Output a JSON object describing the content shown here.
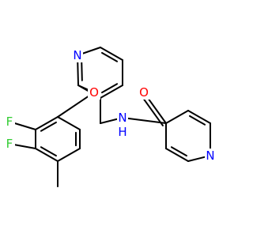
{
  "molecule": {
    "atoms": {
      "n_pyridine_top": {
        "label": "N",
        "color": "#0000ff"
      },
      "o_ether": {
        "label": "O",
        "color": "#ff0000"
      },
      "o_carbonyl": {
        "label": "O",
        "color": "#ff0000"
      },
      "nh_amide": {
        "label": "N",
        "color": "#0000ff"
      },
      "h_amide": {
        "label": "H",
        "color": "#0000ff"
      },
      "n_pyridine_right": {
        "label": "N",
        "color": "#0000ff"
      },
      "f_upper": {
        "label": "F",
        "color": "#33cc33"
      },
      "f_lower": {
        "label": "F",
        "color": "#33cc33"
      }
    }
  }
}
